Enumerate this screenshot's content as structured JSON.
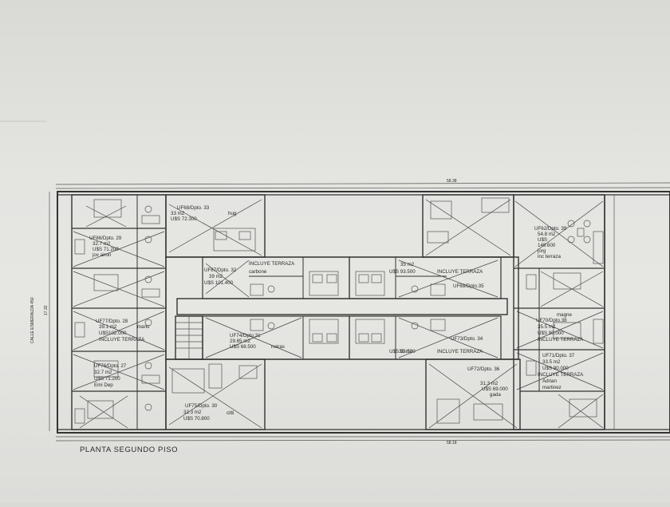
{
  "plan_title": "PLANTA SEGUNDO PISO",
  "street_label": "CALLE ESMERALDA 450",
  "dimensions": {
    "top": "58.38",
    "bottom": "58.18",
    "left": "17.32"
  },
  "colors": {
    "paper": "#e4e4e1",
    "ink": "#333333"
  },
  "units": [
    {
      "key": "u33",
      "lines": [
        "UF68/Dpto. 33",
        "33  m2",
        "U$S  72.300",
        "hug"
      ]
    },
    {
      "key": "u29",
      "lines": [
        "UF86/Dpto. 29",
        "32.7  m2",
        "U$S  71.200",
        "jov airon"
      ]
    },
    {
      "key": "u32",
      "lines": [
        "UF67/Dpto. 32",
        "39  m2",
        "U$S  101.400",
        "carbone"
      ]
    },
    {
      "key": "u32t",
      "lines": [
        "INCLUYE TERRAZA"
      ]
    },
    {
      "key": "u35",
      "lines": [
        "35  m2",
        "U$S  93.500",
        "INCLUYE TERRAZA"
      ]
    },
    {
      "key": "u35b",
      "lines": [
        "UF68/Dpto.35"
      ]
    },
    {
      "key": "u39",
      "lines": [
        "UF62/Dpto. 39",
        "54.8  m2",
        "U$S",
        "149.600",
        "jorg",
        "inc terraza"
      ]
    },
    {
      "key": "u28",
      "lines": [
        "UF77/Dpto. 28",
        "39.1  m2",
        "U$S102.000",
        "INCLUYE TERRAZA"
      ]
    },
    {
      "key": "u28n",
      "lines": [
        "mario"
      ]
    },
    {
      "key": "u31",
      "lines": [
        "UF74/Dpto.31",
        "29.65  m2",
        "U$S  68.500"
      ]
    },
    {
      "key": "u31n",
      "lines": [
        "neiras"
      ]
    },
    {
      "key": "u34",
      "lines": [
        "UF73/Dpto. 34",
        "35  m2",
        "U$S  93.500",
        "INCLUYE TERRAZA"
      ]
    },
    {
      "key": "u38",
      "lines": [
        "UF70/Dpto.38",
        "35.5  m2",
        "U$S  90.000",
        "INCLUYE TERRAZA"
      ]
    },
    {
      "key": "u38n",
      "lines": [
        "magne"
      ]
    },
    {
      "key": "u27",
      "lines": [
        "UF76/Dpto. 27",
        "32.7  m2",
        "U$S  71.200",
        "Emi  Dep"
      ]
    },
    {
      "key": "u30",
      "lines": [
        "UF75/Dpto. 30",
        "32.3  m2",
        "U$S  70.800"
      ]
    },
    {
      "key": "u30n",
      "lines": [
        "citti"
      ]
    },
    {
      "key": "u36",
      "lines": [
        "UF72/Dpto. 36",
        "31.3  m2",
        "U$S  69.000",
        "gada"
      ]
    },
    {
      "key": "u37",
      "lines": [
        "UF71/Dpto. 37",
        "33.5  m2",
        "U$S  90.000",
        "INCLUYE TERRAZA",
        "Adrian",
        "martinez"
      ]
    }
  ]
}
